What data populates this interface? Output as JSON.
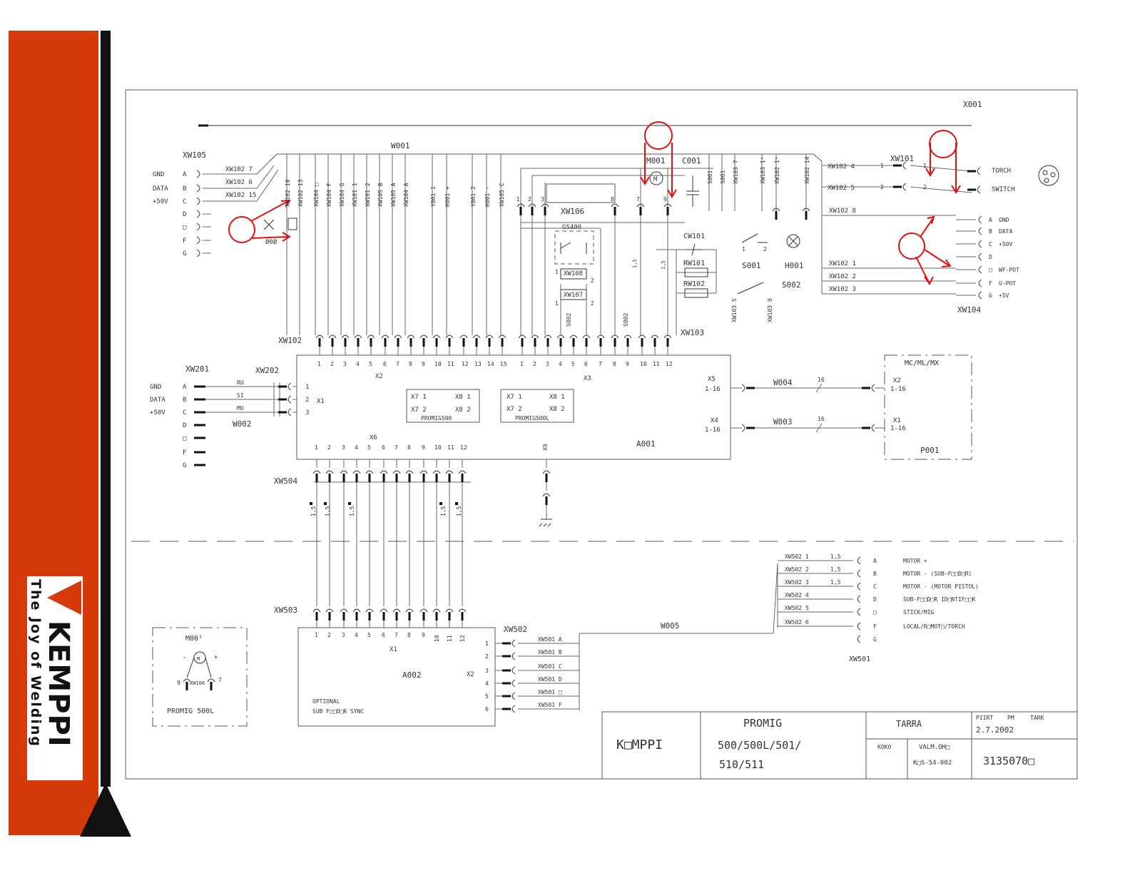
{
  "logo": {
    "brand": "KEMPPI",
    "tagline": "The Joy of Welding"
  },
  "labels": {
    "x001": "X001",
    "w001": "W001",
    "xw105": "XW105",
    "m001": "M001",
    "c001": "C001",
    "xw101": "XW101",
    "torch": "TORCH",
    "switch": "SWITCH",
    "xw106": "XW106",
    "gs400": "GS400",
    "cw101": "CW101",
    "rw101": "RW101",
    "rw102": "RW102",
    "xw108": "XW108",
    "xw107": "XW107",
    "s001": "S001",
    "h001": "H001",
    "s002": "S002",
    "xw104": "XW104",
    "xw102": "XW102",
    "xw103": "XW103",
    "xw201": "XW201",
    "xw202": "XW202",
    "w002": "W002",
    "x1": "X1",
    "x2": "X2",
    "x3": "X3",
    "x5": "X5",
    "x5range": "1-16",
    "x4": "X4",
    "x4range": "1-16",
    "w004": "W004",
    "w003": "W003",
    "n16a": "16",
    "n16b": "16",
    "mcmlmx": "MC/ML/MX",
    "p001": "P001",
    "px2": "X2",
    "px2range": "1-16",
    "px1": "X1",
    "px1range": "1-16",
    "a001": "A001",
    "x6": "X6",
    "x9": "X9",
    "xw504": "XW504",
    "xw503": "XW503",
    "xw502": "XW502",
    "a002": "A002",
    "a002x1": "X1",
    "a002x2": "X2",
    "optional": "OPTIONAL",
    "subsync": "SUB F□□D□R SYNC",
    "w005": "W005",
    "xw501": "XW501",
    "m001b": "M00¹",
    "promig500l": "PROMIG 500L",
    "xw106s": "XW106",
    "rumu_ru": "RU",
    "rumu_si": "SI",
    "rumu_mu": "MU",
    "s002a": "S002",
    "s002b": "S002",
    "xw1035": "XW103 5",
    "xw1039": "XW103 9",
    "y15": "1,5"
  },
  "xw105_pins": [
    {
      "name": "GND",
      "pin": "A"
    },
    {
      "name": "DATA",
      "pin": "B"
    },
    {
      "name": "+50V",
      "pin": "C"
    },
    {
      "name": "",
      "pin": "D"
    },
    {
      "name": "",
      "pin": "□"
    },
    {
      "name": "",
      "pin": "F"
    },
    {
      "name": "",
      "pin": "G"
    }
  ],
  "xw105_wires": [
    "XW102 7",
    "XW102 6",
    "XW102 15"
  ],
  "w001_wires": [
    "XW102 10",
    "XW102 13",
    "XW104 □",
    "XW104 F",
    "XW104 G",
    "XW101 1",
    "XW101 2",
    "XW105 B",
    "XW105 A",
    "XW104 A",
    "Y001 1",
    "H001 +",
    "Y001 2",
    "H001 -",
    "XW105 C"
  ],
  "mid_wires": [
    "S001",
    "S001",
    "XW103 7",
    "XW103 1¹",
    "XW102 1¹",
    "XW102 14"
  ],
  "xw101_wires": [
    {
      "label": "XW102 4",
      "pin": "1",
      "right": "1"
    },
    {
      "label": "XW102 5",
      "pin": "2",
      "right": "2"
    }
  ],
  "xw104_pins": [
    {
      "pin": "A",
      "name": "GND"
    },
    {
      "pin": "B",
      "name": "DATA"
    },
    {
      "pin": "C",
      "name": "+50V"
    },
    {
      "pin": "D",
      "name": ""
    },
    {
      "pin": "□",
      "name": "WF-POT"
    },
    {
      "pin": "F",
      "name": "U-POT"
    },
    {
      "pin": "G",
      "name": "+5V"
    }
  ],
  "xw104_wires": [
    "XW102 8",
    "XW102 1",
    "XW102 2",
    "XW102 3"
  ],
  "xw106_pins": [
    "1",
    "2",
    "3",
    "8",
    "7",
    "9"
  ],
  "x2_pins": [
    "1",
    "2",
    "3",
    "4",
    "5",
    "6",
    "7",
    "8",
    "9",
    "10",
    "11",
    "12",
    "13",
    "14",
    "15"
  ],
  "x3_pins": [
    "1",
    "2",
    "3",
    "4",
    "5",
    "6",
    "7",
    "8",
    "9",
    "10",
    "11",
    "12"
  ],
  "x6_pins": [
    "1",
    "2",
    "3",
    "4",
    "5",
    "6",
    "7",
    "8",
    "9",
    "10",
    "11",
    "12"
  ],
  "a002_pins": [
    "1",
    "2",
    "3",
    "4",
    "5",
    "6",
    "7",
    "8",
    "9",
    "10",
    "11",
    "12"
  ],
  "xw201_pins": [
    {
      "name": "GND",
      "pin": "A"
    },
    {
      "name": "DATA",
      "pin": "B"
    },
    {
      "name": "+50V",
      "pin": "C"
    },
    {
      "name": "",
      "pin": "D"
    },
    {
      "name": "",
      "pin": "□"
    },
    {
      "name": "",
      "pin": "F"
    },
    {
      "name": "",
      "pin": "G"
    }
  ],
  "xw202_pins": [
    "1",
    "2",
    "3"
  ],
  "promig500": {
    "label": "PROMIG500",
    "r1a": "X7 1",
    "r1b": "X8 1",
    "r2a": "X7 2",
    "r2b": "X8 2"
  },
  "promig500l_box": {
    "label": "PROMIG500L",
    "r1a": "X7 1",
    "r1b": "X8 1",
    "r2a": "X7 2",
    "r2b": "X8 2"
  },
  "xw502_pins": [
    {
      "pin": "1",
      "label": "XW501 A"
    },
    {
      "pin": "2",
      "label": "XW501 B"
    },
    {
      "pin": "3",
      "label": "XW501 C"
    },
    {
      "pin": "4",
      "label": "XW501 D"
    },
    {
      "pin": "5",
      "label": "XW501 □"
    },
    {
      "pin": "6",
      "label": "XW501 F"
    }
  ],
  "xw501_rows": [
    {
      "wire": "XW502 1",
      "size": "1,5",
      "pin": "A",
      "desc": "MOTOR +"
    },
    {
      "wire": "XW502 2",
      "size": "1,5",
      "pin": "B",
      "desc": "MOTOR - (SUB-F□□D□R)"
    },
    {
      "wire": "XW502 3",
      "size": "1,5",
      "pin": "C",
      "desc": "MOTOR - (MOTOR PISTOL)"
    },
    {
      "wire": "XW502 4",
      "size": "",
      "pin": "D",
      "desc": "SUB-F□□D□R ID□NTIF□□R"
    },
    {
      "wire": "XW502 5",
      "size": "",
      "pin": "□",
      "desc": "STICK/MIG"
    },
    {
      "wire": "XW502 6",
      "size": "",
      "pin": "F",
      "desc": "LOCAL/R□MOT□/TORCH"
    },
    {
      "wire": "",
      "size": "",
      "pin": "G",
      "desc": ""
    }
  ],
  "title_block": {
    "company": "K□MPPI",
    "product": "PROMIG",
    "models1": "500/500L/501/",
    "models2": "510/511",
    "tarra": "TARRA",
    "piirt": "PIIRT",
    "pm": "PM",
    "tark": "TARK",
    "date": "2.7.2002",
    "koko": "KOKO",
    "valm": "VALM.OH□",
    "code": "K□S-54-002",
    "drawing": "3135070□"
  }
}
